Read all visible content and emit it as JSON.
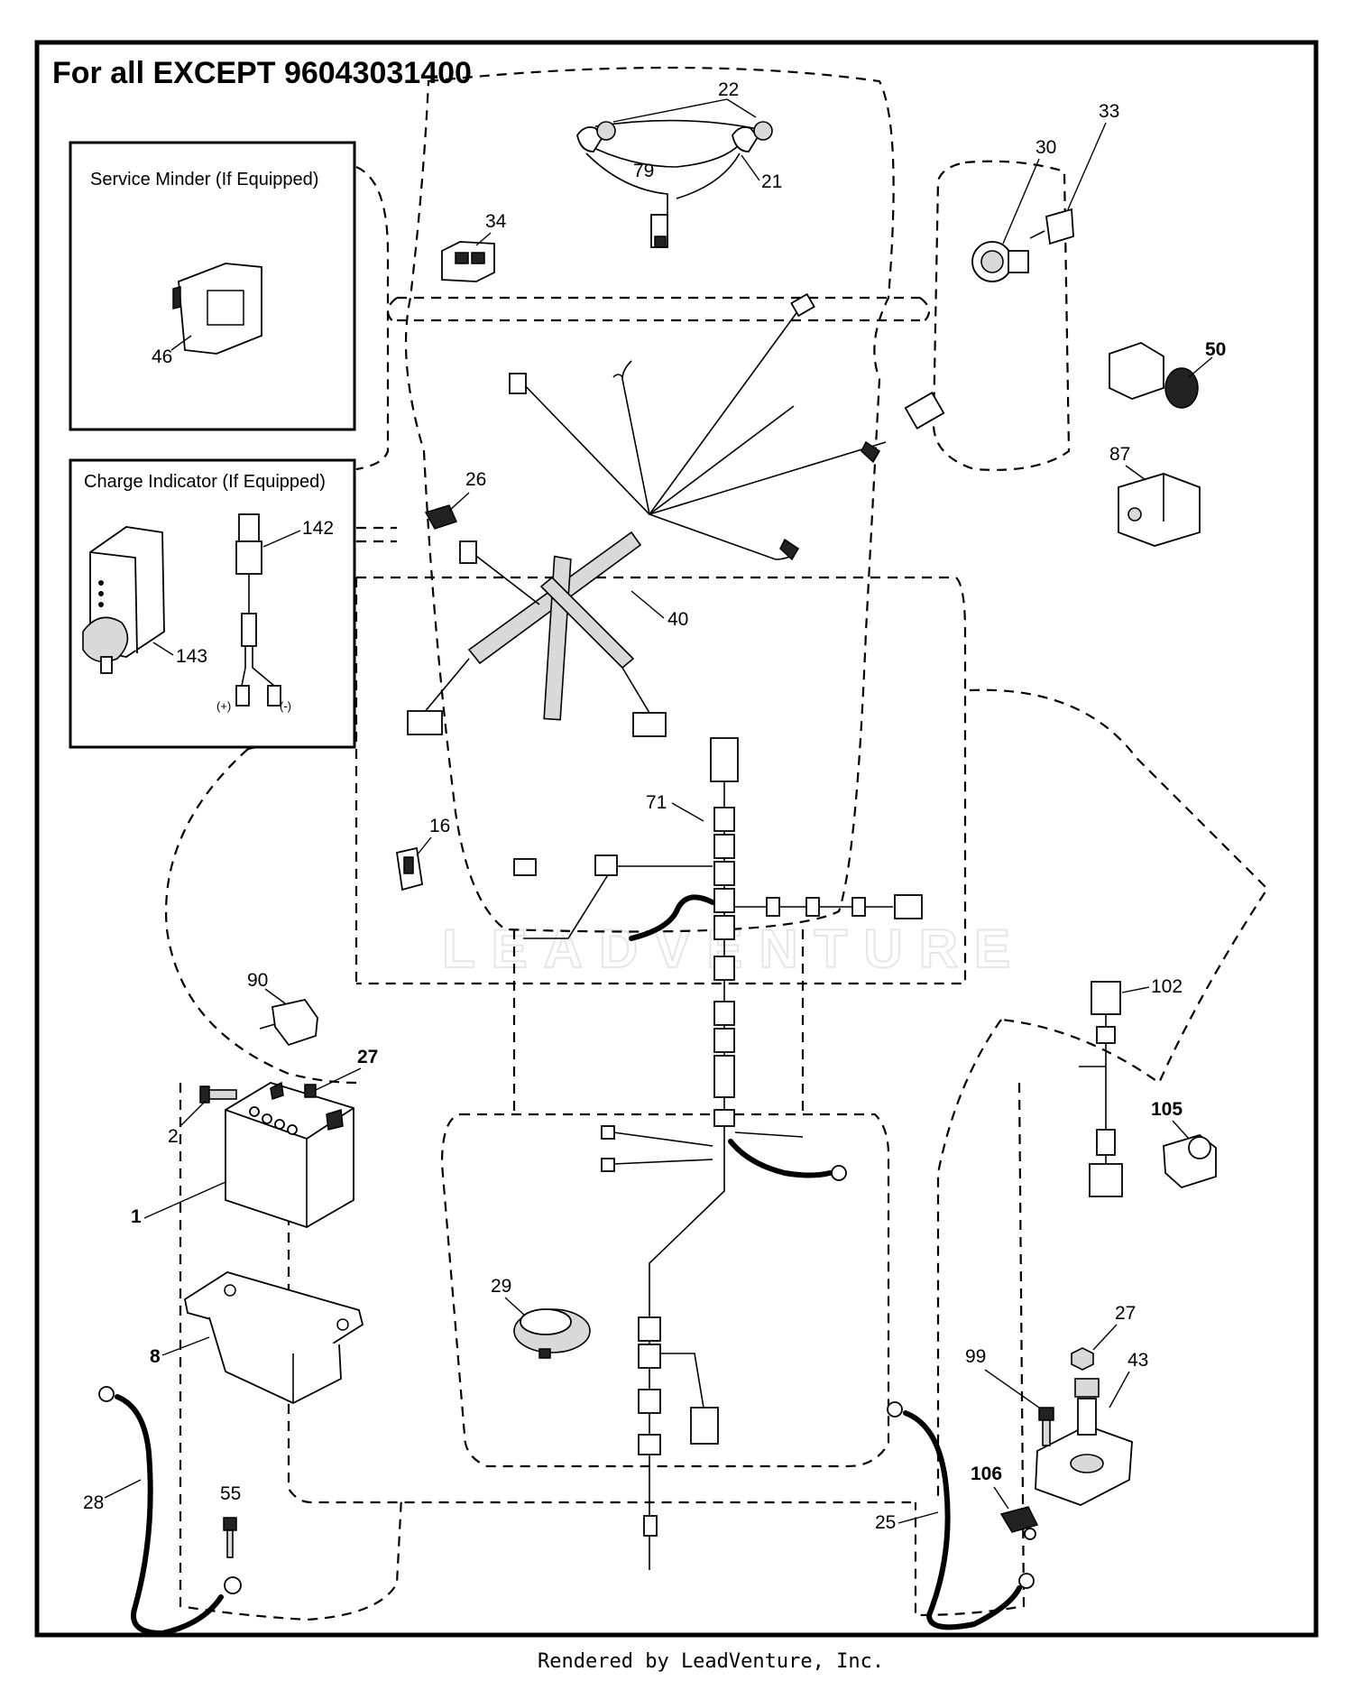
{
  "heading": "For all EXCEPT 96043031400",
  "footer": "Rendered by LeadVenture, Inc.",
  "watermark": "LEADVENTURE",
  "insets": {
    "service_minder": {
      "title": "Service Minder (If Equipped)"
    },
    "charge_indicator": {
      "title": "Charge Indicator (If Equipped)",
      "plus_label": "(+)",
      "minus_label": "(-)"
    }
  },
  "callouts": {
    "c22": "22",
    "c79": "79",
    "c21": "21",
    "c33": "33",
    "c30": "30",
    "c34": "34",
    "c46": "46",
    "c50": "50",
    "c87": "87",
    "c26": "26",
    "c142": "142",
    "c143": "143",
    "c40": "40",
    "c71": "71",
    "c16": "16",
    "c90": "90",
    "c27a": "27",
    "c2": "2",
    "c1": "1",
    "c8": "8",
    "c29": "29",
    "c28": "28",
    "c55": "55",
    "c102": "102",
    "c105": "105",
    "c27b": "27",
    "c43": "43",
    "c99": "99",
    "c106": "106",
    "c25": "25"
  }
}
